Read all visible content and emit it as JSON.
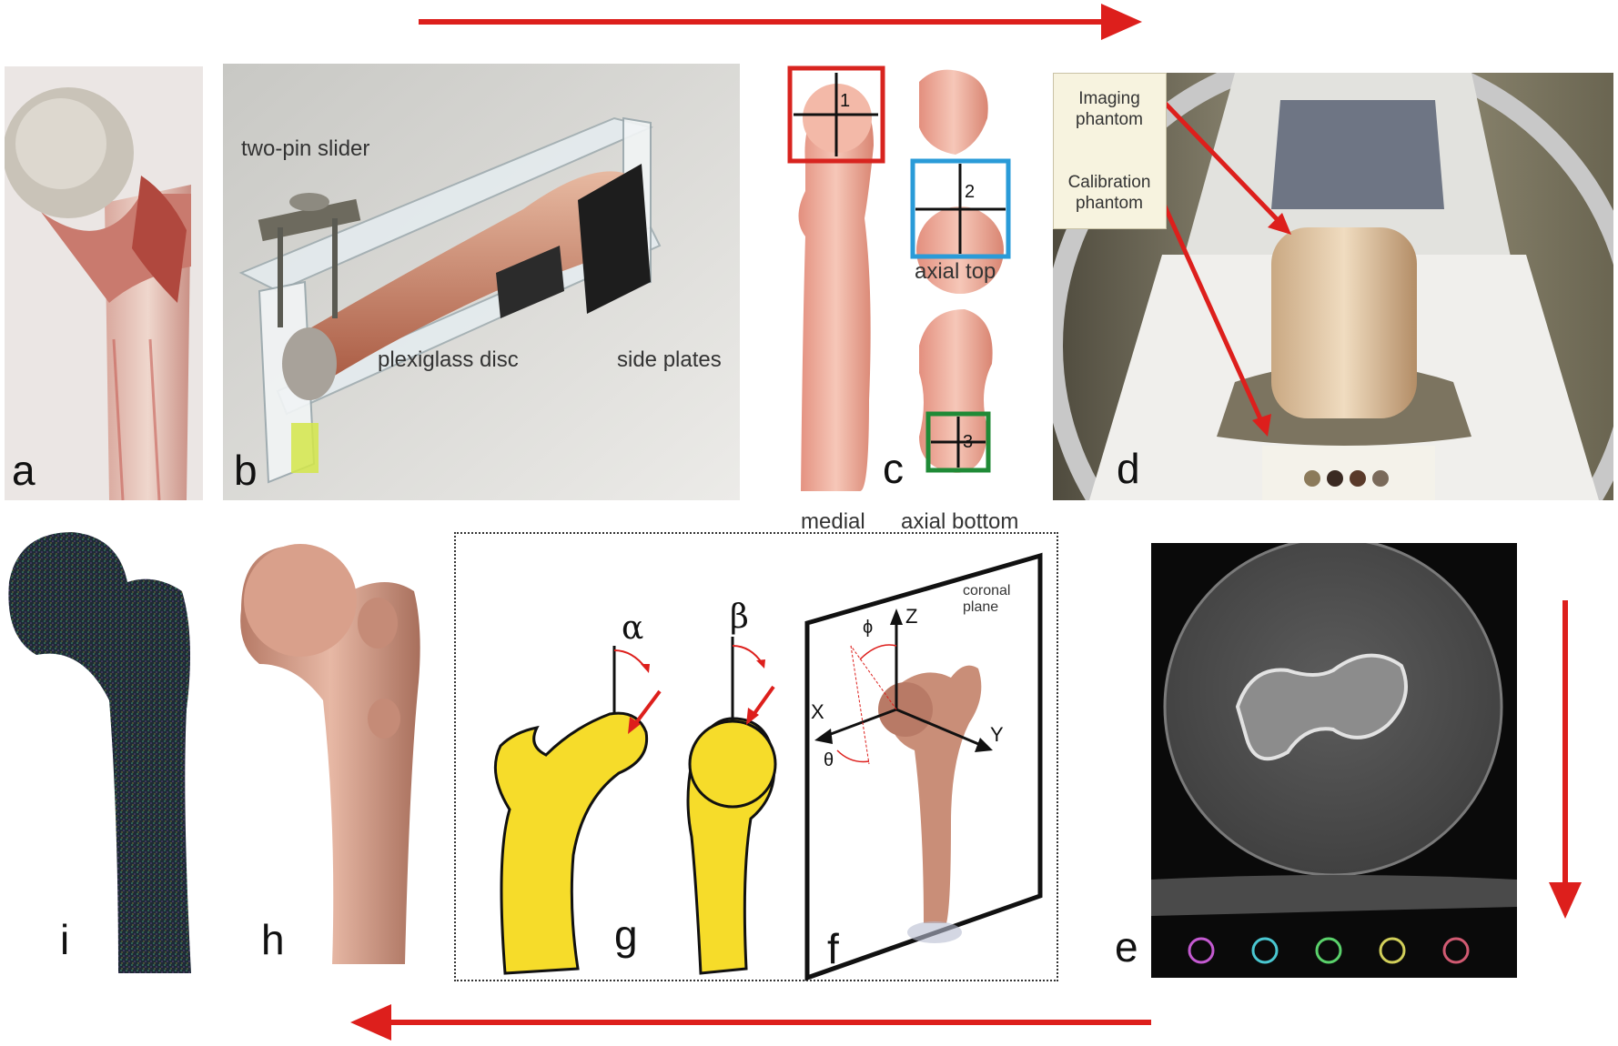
{
  "panels": {
    "a": {
      "letter": "a"
    },
    "b": {
      "letter": "b",
      "labels": {
        "slider": "two-pin slider",
        "disc": "plexiglass disc",
        "plates": "side plates"
      }
    },
    "c": {
      "letter": "c",
      "boxes": [
        "1",
        "2",
        "3"
      ],
      "views": {
        "top": "axial top",
        "medial": "medial",
        "bottom": "axial bottom"
      }
    },
    "d": {
      "letter": "d",
      "callouts": {
        "imaging": "Imaging phantom",
        "calibration": "Calibration phantom"
      }
    },
    "e": {
      "letter": "e"
    },
    "f": {
      "letter": "f",
      "plane": "coronal plane",
      "axes": {
        "z": "Z",
        "x": "X",
        "y": "Y"
      },
      "angles": {
        "phi": "ϕ",
        "theta": "θ"
      }
    },
    "g": {
      "letter": "g",
      "angles": {
        "alpha": "α",
        "beta": "β"
      }
    },
    "h": {
      "letter": "h"
    },
    "i": {
      "letter": "i"
    }
  },
  "colors": {
    "arrow": "#dd1f1c",
    "box1": "#d8241f",
    "box2": "#2a9bd8",
    "box3": "#1f8a36",
    "bone_yellow": "#f6dc2a",
    "bone_pink": "#e9a392",
    "bone_flesh": "#c98e78"
  }
}
